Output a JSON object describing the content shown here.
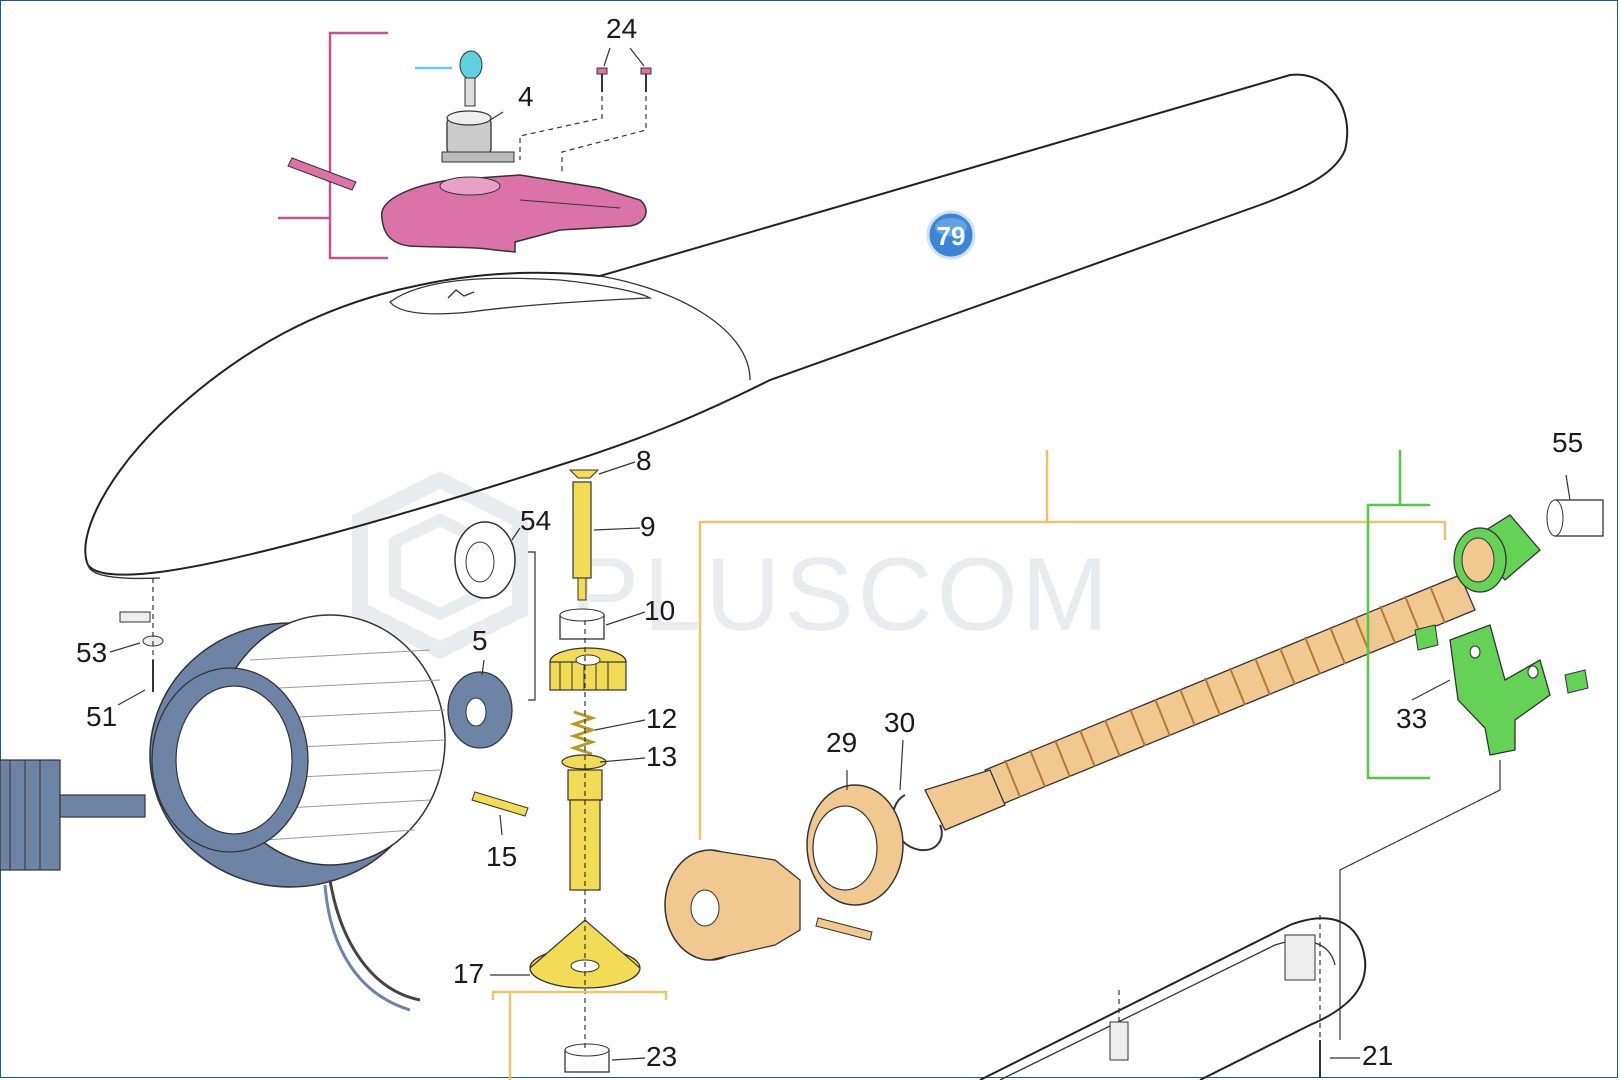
{
  "watermark": "PLUSCOM",
  "badge": "79",
  "colors": {
    "pink": "#dc73a8",
    "yellow": "#f2dc55",
    "green": "#63d255",
    "blue_gray": "#6e84a6",
    "peach": "#f0c890",
    "cyan": "#5fd2e0",
    "badge_blue": "#3b86d8",
    "bracket_pink": "#c0558f",
    "bracket_yellow": "#e8c66e",
    "bracket_green": "#57c44a"
  },
  "labels": {
    "p4": "4",
    "p5": "5",
    "p8": "8",
    "p9": "9",
    "p10": "10",
    "p12": "12",
    "p13": "13",
    "p15": "15",
    "p17": "17",
    "p21": "21",
    "p23": "23",
    "p24": "24",
    "p29": "29",
    "p30": "30",
    "p33": "33",
    "p51": "51",
    "p53": "53",
    "p54": "54",
    "p55": "55"
  }
}
